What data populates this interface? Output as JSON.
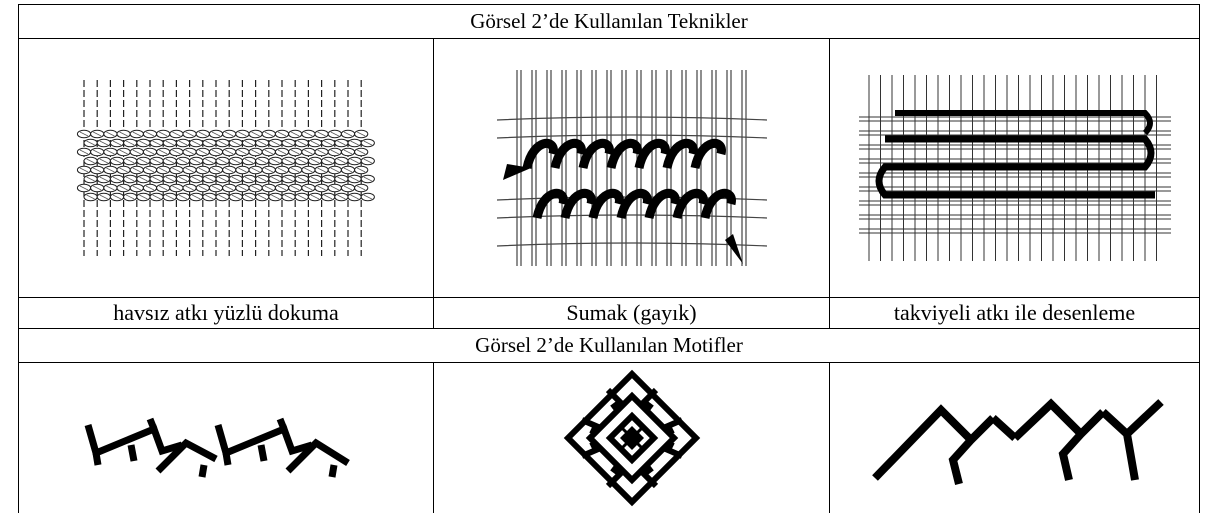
{
  "table": {
    "techniques_title": "Görsel 2’de Kullanılan Teknikler",
    "techniques": [
      {
        "label": "havsız atkı yüzlü dokuma",
        "icon": "plain-weft-faced-weave-illustration"
      },
      {
        "label": "Sumak (gayık)",
        "icon": "soumak-weave-illustration"
      },
      {
        "label": "takviyeli atkı ile desenleme",
        "icon": "supplementary-weft-patterning-illustration"
      }
    ],
    "motifs_title": "Görsel 2’de Kullanılan Motifler",
    "motifs": [
      {
        "icon": "hook-motif"
      },
      {
        "icon": "diamond-motif"
      },
      {
        "icon": "zigzag-motif"
      }
    ]
  }
}
